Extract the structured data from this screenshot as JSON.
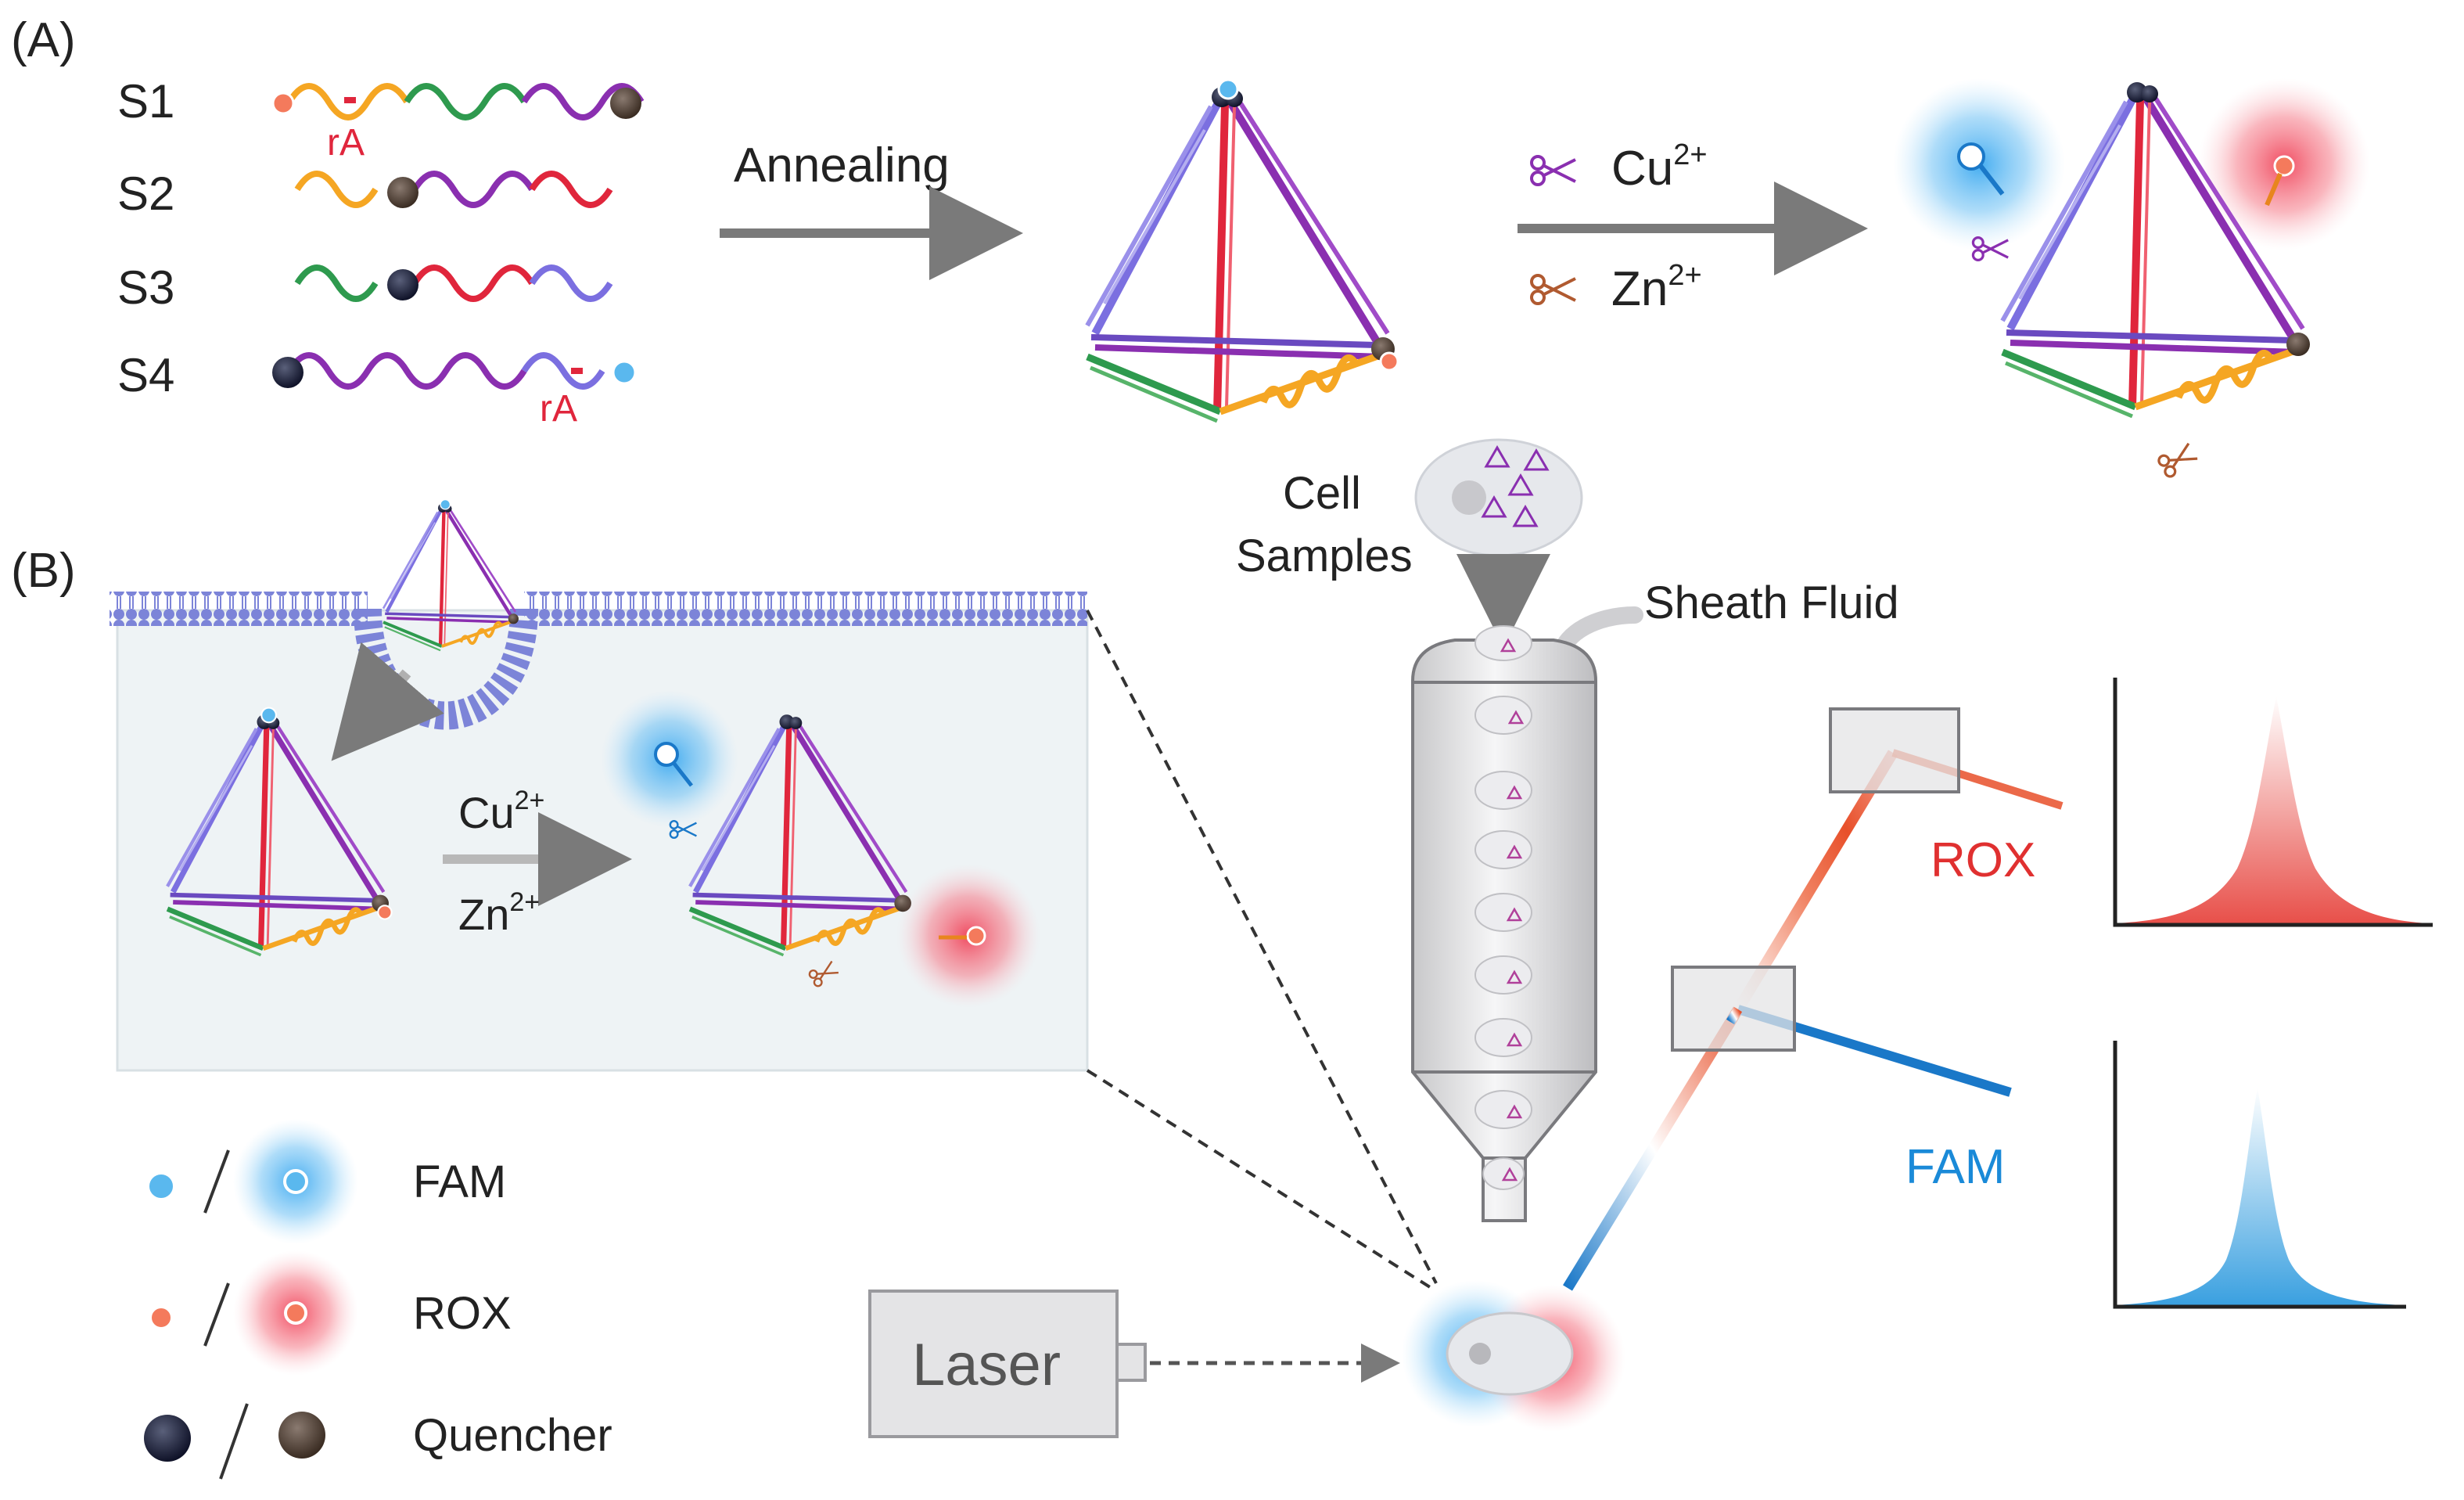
{
  "panels": {
    "a": "(A)",
    "b": "(B)"
  },
  "strands": [
    {
      "name": "S1",
      "ra": "rA"
    },
    {
      "name": "S2"
    },
    {
      "name": "S3"
    },
    {
      "name": "S4",
      "ra": "rA"
    }
  ],
  "annealing_label": "Annealing",
  "ions": {
    "cu_base": "Cu",
    "zn_base": "Zn",
    "charge": "2+"
  },
  "cell_samples": {
    "line1": "Cell",
    "line2": "Samples"
  },
  "sheath_fluid": "Sheath Fluid",
  "channels": {
    "rox": "ROX",
    "fam": "FAM"
  },
  "laser_label": "Laser",
  "legend": [
    {
      "label": "FAM",
      "small_color": "#5ab8ee",
      "glow_color": "#3aa8f0"
    },
    {
      "label": "ROX",
      "small_color": "#f47a5c",
      "glow_color": "#f0445a"
    },
    {
      "label": "Quencher",
      "small_color": "#1a1e3a",
      "glow_color": "#4a3a2a"
    }
  ],
  "colors": {
    "orange": "#f5a623",
    "green": "#2e9a4e",
    "purple": "#8a2fb0",
    "lavender": "#7b6fe0",
    "red": "#e0263c",
    "fam_blue": "#1a8ad8",
    "rox_red": "#e03030",
    "membrane": "#7c84d8",
    "text": "#222222"
  },
  "icons": [
    "scissors-icon",
    "laser-source",
    "flow-cell",
    "mirror",
    "detector-peak"
  ]
}
